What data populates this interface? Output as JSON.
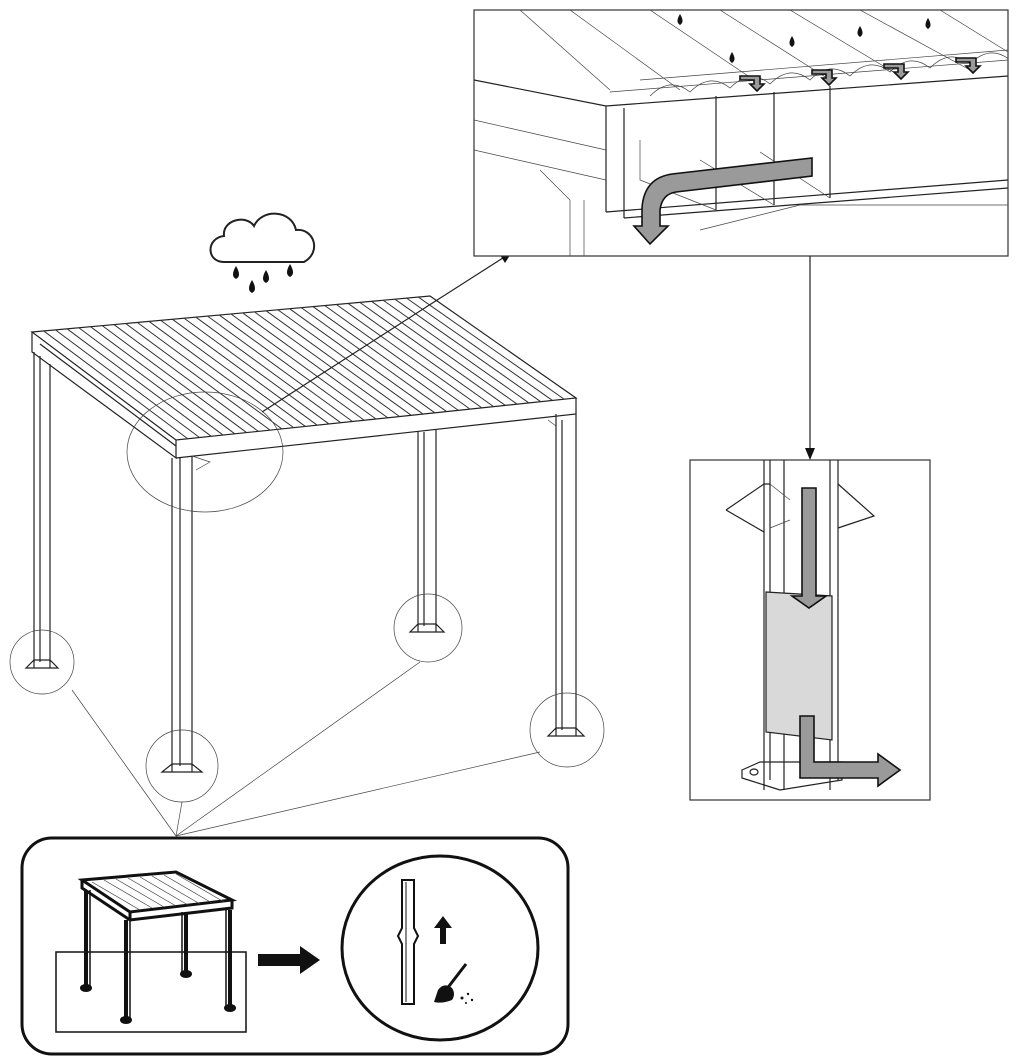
{
  "diagram": {
    "subject": "pergola-rain-drainage-maintenance",
    "colors": {
      "line": "#222222",
      "arrow_fill": "#9a9a9a",
      "drain_block": "#d9d9d9",
      "background": "#ffffff"
    },
    "icons": [
      "rain-cloud-icon",
      "up-arrow-icon",
      "right-arrow-icon",
      "broom-icon"
    ],
    "panels": [
      "gutter-detail-panel",
      "post-drain-detail-panel",
      "maintenance-panel"
    ]
  }
}
